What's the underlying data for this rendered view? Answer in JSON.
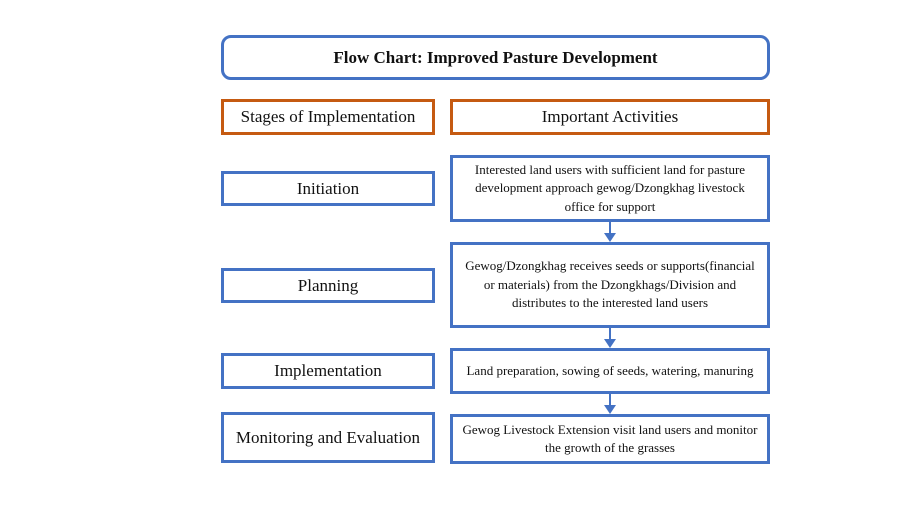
{
  "title": "Flow Chart: Improved Pasture Development",
  "headers": {
    "stages": "Stages of Implementation",
    "activities": "Important Activities"
  },
  "stages": [
    "Initiation",
    "Planning",
    "Implementation",
    "Monitoring and Evaluation"
  ],
  "activities": [
    "Interested land users with sufficient land for pasture development approach gewog/Dzongkhag livestock office for support",
    "Gewog/Dzongkhag receives seeds or supports(financial or materials) from the Dzongkhags/Division and distributes to the interested land users",
    "Land preparation, sowing of seeds, watering, manuring",
    "Gewog Livestock Extension visit land users and monitor the growth of the grasses"
  ],
  "colors": {
    "box_border": "#4472C4",
    "header_border": "#C55A11",
    "arrow": "#4472C4"
  }
}
